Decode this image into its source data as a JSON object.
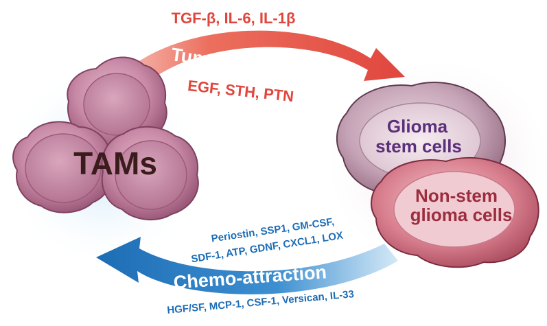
{
  "tams": {
    "label": "TAMs"
  },
  "glioma_stem": {
    "line1": "Glioma",
    "line2": "stem cells"
  },
  "non_stem": {
    "line1": "Non-stem",
    "line2": "glioma cells"
  },
  "progression": {
    "title": "Tumor progression",
    "factors_top": "TGF-β, IL-6, IL-1β",
    "factors_bottom": "EGF, STH, PTN"
  },
  "chemo": {
    "title": "Chemo-attraction",
    "factors_line1": "Periostin, SSP1, GM-CSF,",
    "factors_line2": "SDF-1, ATP, GDNF, CXCL1, LOX",
    "factors_bottom": "HGF/SF, MCP-1, CSF-1, Versican, IL-33"
  },
  "colors": {
    "progression_arrow": "#e0463d",
    "chemo_arrow": "#1d6db5",
    "tam_cell": "#c88aa6",
    "stem_cell": "#c5a3b6",
    "nonstem_cell": "#d9808f"
  }
}
